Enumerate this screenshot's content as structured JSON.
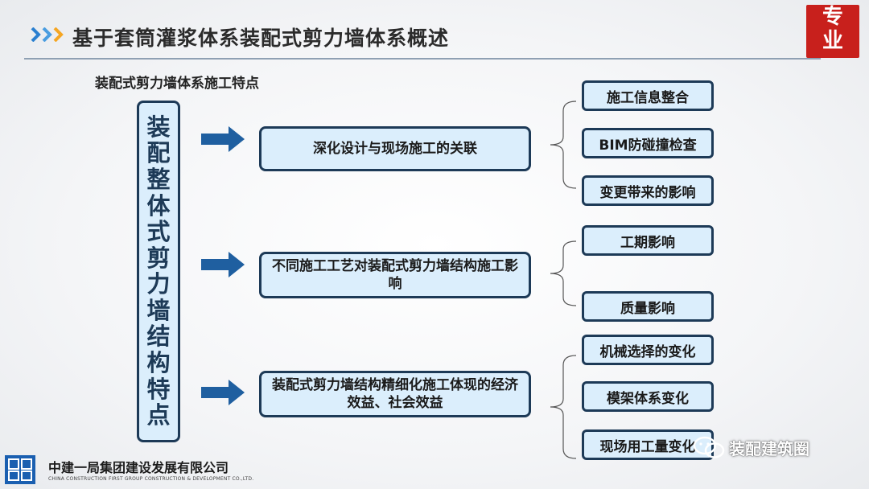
{
  "header": {
    "title": "基于套筒灌浆体系装配式剪力墙体系概述",
    "logo_lines": [
      "专",
      "业"
    ]
  },
  "subtitle": "装配式剪力墙体系施工特点",
  "main_box_chars": [
    "装",
    "配",
    "整",
    "体",
    "式",
    "剪",
    "力",
    "墙",
    "结",
    "构",
    "特",
    "点"
  ],
  "groups": [
    {
      "label": "深化设计与现场施工的关联",
      "items": [
        "施工信息整合",
        "BIM防碰撞检查",
        "变更带来的影响"
      ]
    },
    {
      "label": "不同施工工艺对装配式剪力墙结构施工影响",
      "items": [
        "工期影响",
        "质量影响"
      ]
    },
    {
      "label": "装配式剪力墙结构精细化施工体现的经济效益、社会效益",
      "items": [
        "机械选择的变化",
        "模架体系变化",
        "现场用工量变化"
      ]
    }
  ],
  "footer": {
    "company_cn": "中建一局集团建设发展有限公司",
    "company_en": "CHINA CONSTRUCTION FIRST GROUP CONSTRUCTION & DEVELOPMENT CO.,LTD.",
    "watermark": "装配建筑圈"
  },
  "colors": {
    "box_fill": "#dbeefc",
    "box_border": "#1d3a57",
    "arrow": "#1f5fa0",
    "chevron_blue": "#2a7fd0",
    "chevron_orange": "#f5a623",
    "logo_red": "#c8201c"
  }
}
